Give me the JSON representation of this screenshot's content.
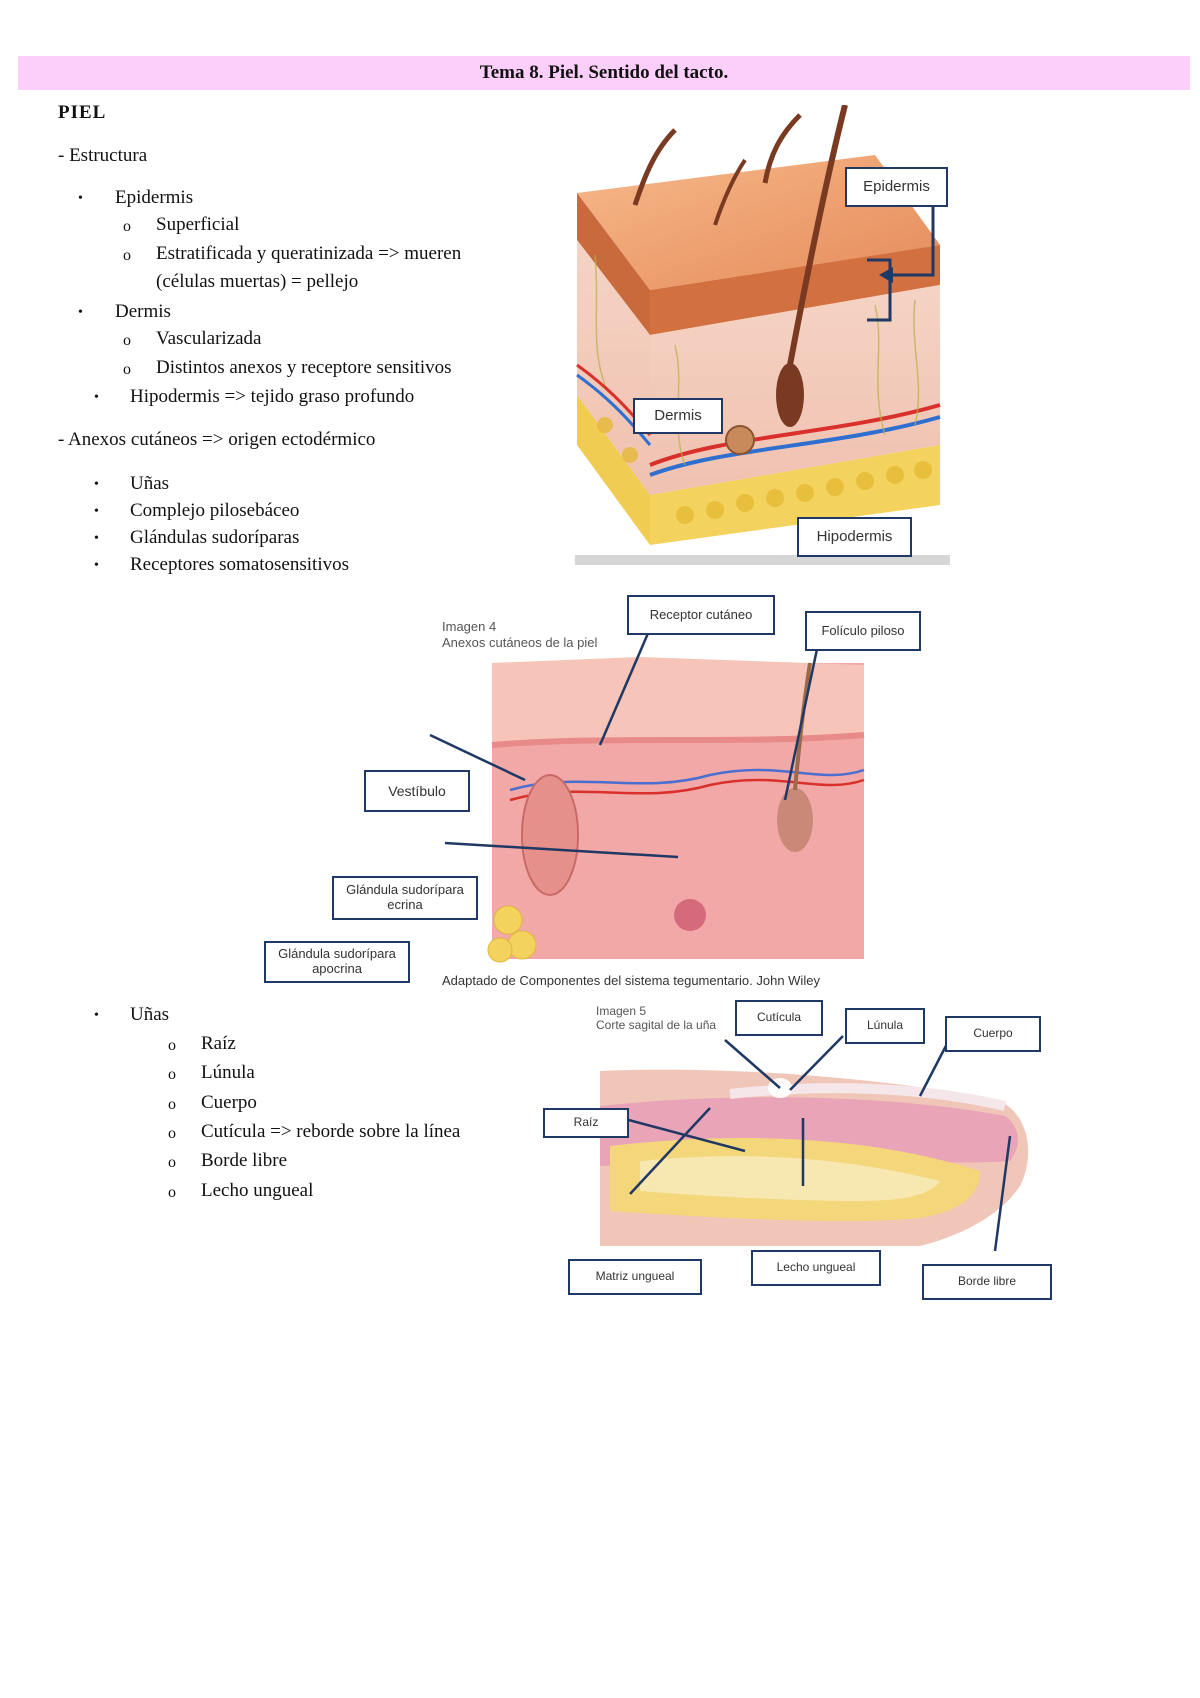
{
  "title": "Tema 8. Piel. Sentido del tacto.",
  "section_heading": "PIEL",
  "estructura": {
    "heading": "- Estructura",
    "bullet_symbol": "•",
    "sub_symbol": "o",
    "items": [
      {
        "label": "Epidermis",
        "subs": [
          "Superficial",
          "Estratificada y queratinizada => mueren",
          "(células muertas) = pellejo"
        ]
      },
      {
        "label": "Dermis",
        "subs": [
          "Vascularizada",
          "Distintos anexos y receptore sensitivos"
        ]
      },
      {
        "label": "Hipodermis => tejido graso profundo",
        "subs": []
      }
    ]
  },
  "anexos": {
    "heading": "- Anexos cutáneos => origen ectodérmico",
    "items": [
      "Uñas",
      "Complejo pilosebáceo",
      "Glándulas sudoríparas",
      "Receptores somatosensitivos"
    ]
  },
  "unas": {
    "label": "Uñas",
    "subs": [
      "Raíz",
      "Lúnula",
      "Cuerpo",
      "Cutícula => reborde sobre la línea",
      "Borde libre",
      "Lecho ungueal"
    ]
  },
  "figure1": {
    "labels": {
      "epidermis": "Epidermis",
      "dermis": "Dermis",
      "hipodermis": "Hipodermis"
    }
  },
  "figure2": {
    "caption_line1": "Imagen 4",
    "caption_line2": "Anexos cutáneos de la piel",
    "footer": "Adaptado de Componentes del sistema tegumentario. John Wiley",
    "labels": {
      "receptor": "Receptor cutáneo",
      "foliculo": "Folículo piloso",
      "vestibulo": "Vestíbulo",
      "ecrina": "Glándula sudorípara ecrina",
      "apocrina": "Glándula sudorípara apocrina"
    }
  },
  "figure3": {
    "caption_line1": "Imagen 5",
    "caption_line2": "Corte sagital de la uña",
    "labels": {
      "cuticula": "Cutícula",
      "lunula": "Lúnula",
      "cuerpo": "Cuerpo",
      "raiz": "Raíz",
      "matriz": "Matriz ungueal",
      "lecho": "Lecho ungueal",
      "borde": "Borde libre"
    }
  },
  "colors": {
    "title_bg": "#fccffa",
    "label_border": "#1f3864"
  }
}
